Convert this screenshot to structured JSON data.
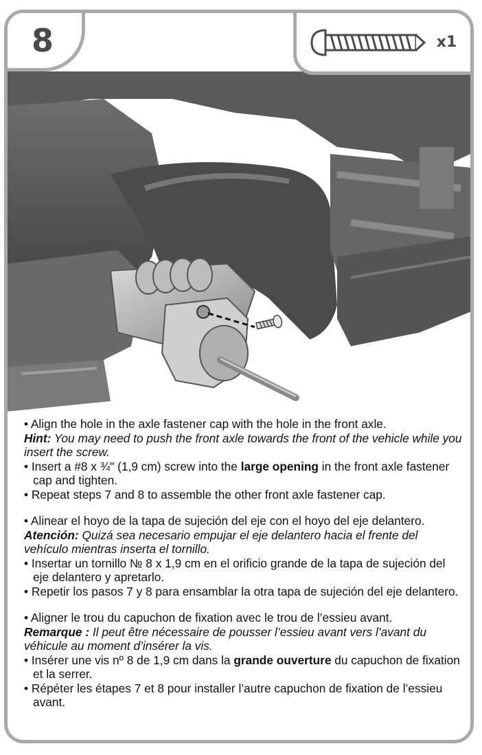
{
  "step": {
    "number": "8"
  },
  "parts": {
    "item": "screw-icon",
    "quantity": "x1"
  },
  "illustration": {
    "subject": "vehicle-front-axle-diagram"
  },
  "english": {
    "b1": "• Align the hole in the axle fastener cap with the hole in the front axle.",
    "hint_label": "Hint:",
    "hint_text": " You may need to push the front axle towards the front of the vehicle while you insert the screw.",
    "b2_pre": "• Insert a #8 x ¾\" (1,9 cm) screw into the ",
    "b2_bold": "large opening",
    "b2_post": " in the front axle fastener cap and tighten.",
    "b3": "• Repeat steps 7 and 8 to assemble the other front axle fastener cap."
  },
  "spanish": {
    "b1": "• Alinear el hoyo de la tapa de sujeción del eje con el hoyo del eje delantero.",
    "hint_label": "Atención:",
    "hint_text": " Quizá sea necesario empujar el eje delantero hacia el frente del vehículo mientras inserta el tornillo.",
    "b2": "• Insertar un tornillo № 8 x 1,9 cm en el orificio grande de la tapa de sujeción del eje delantero y apretarlo.",
    "b3": "• Repetir los pasos 7 y 8 para ensamblar la otra tapa de sujeción del eje delantero."
  },
  "french": {
    "b1": "• Aligner le trou du capuchon de fixation avec le trou de l’essieu avant.",
    "hint_label": "Remarque :",
    "hint_text": " Il peut être nécessaire de pousser l’essieu avant vers l’avant du véhicule au moment d’insérer la vis.",
    "b2_pre": "• Insérer une vis nº 8 de 1,9 cm dans la ",
    "b2_bold": "grande ouverture",
    "b2_post": " du capuchon de fixation et la serrer.",
    "b3": "• Répéter les étapes 7 et 8 pour installer l’autre capuchon de fixation de l’essieu avant."
  }
}
